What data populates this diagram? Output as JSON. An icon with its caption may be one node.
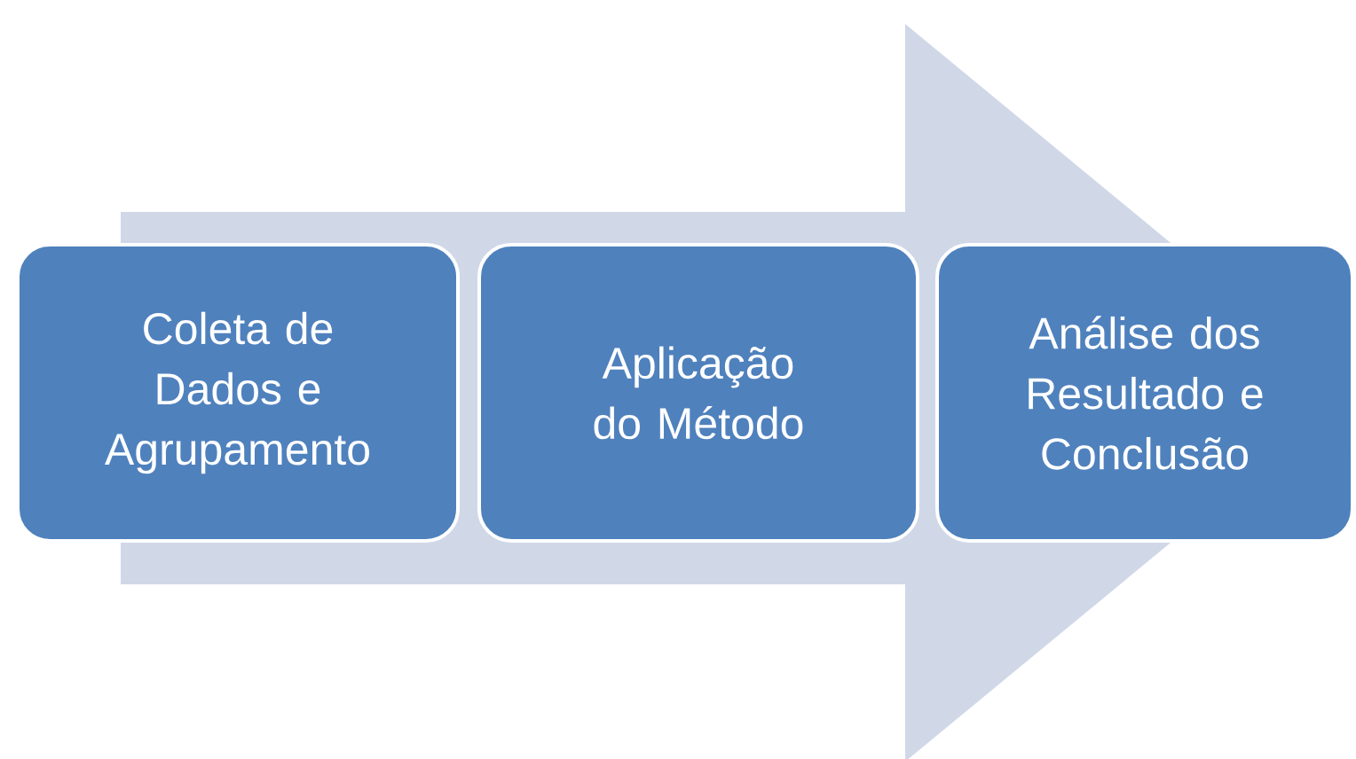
{
  "diagram": {
    "nodes": [
      {
        "text": [
          "Coleta de Dados e Agrupamento"
        ]
      },
      {
        "text": [
          "Aplicação do Método"
        ]
      },
      {
        "text": [
          "Análise dos Resultado e Conclusão"
        ]
      }
    ],
    "edges": [
      {
        "from": 0,
        "to": 2,
        "arrow": "to"
      }
    ]
  }
}
